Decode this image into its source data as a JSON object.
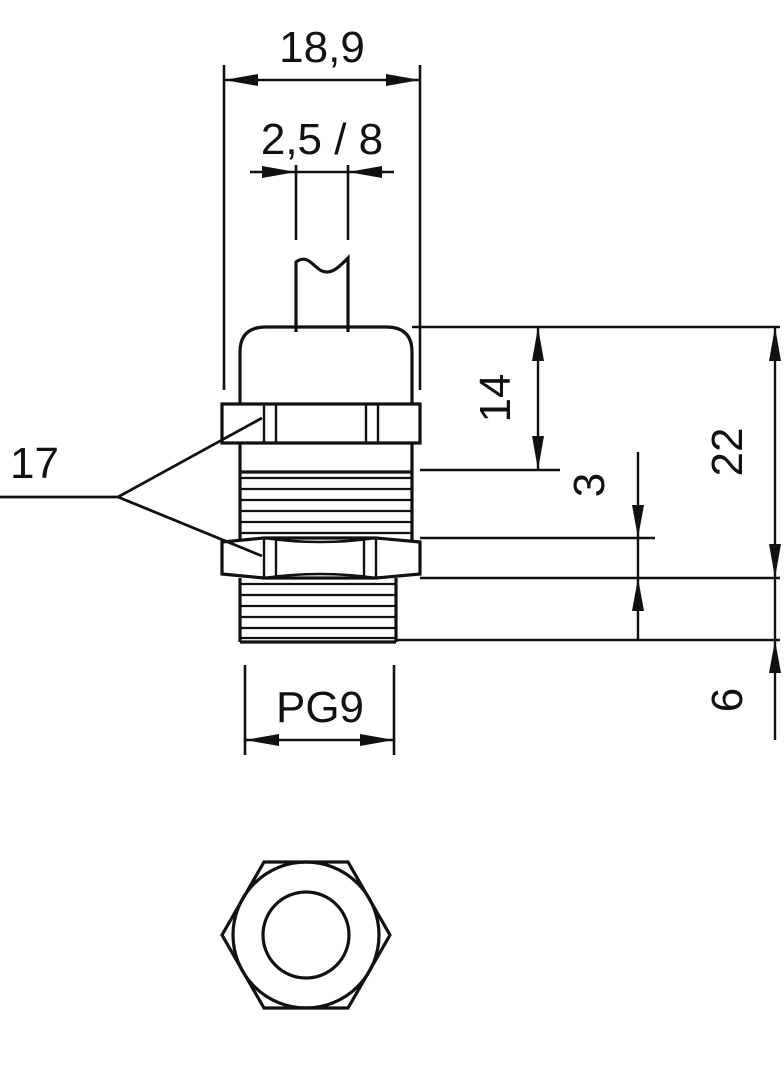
{
  "drawing": {
    "type": "technical-dimension-drawing",
    "subject": "cable gland PG9",
    "units": "mm",
    "background_color": "#ffffff",
    "line_color": "#111111"
  },
  "dimensions": {
    "overall_width": {
      "label": "18,9",
      "orientation": "horizontal",
      "position": "top"
    },
    "cable_range": {
      "label": "2,5 / 8",
      "orientation": "horizontal",
      "position": "top-inner"
    },
    "upper_body_height": {
      "label": "14",
      "orientation": "vertical",
      "position": "right-inner"
    },
    "nut_height": {
      "label": "3",
      "orientation": "vertical",
      "position": "right-middle"
    },
    "total_height": {
      "label": "22",
      "orientation": "vertical",
      "position": "right-outer"
    },
    "thread_length": {
      "label": "6",
      "orientation": "vertical",
      "position": "right-outer-bottom"
    },
    "hex_width_across_flats": {
      "label": "17",
      "orientation": "leader",
      "position": "left"
    },
    "thread_size": {
      "label": "PG9",
      "orientation": "horizontal",
      "position": "bottom"
    }
  },
  "views": {
    "front": {
      "name": "front-elevation-view",
      "parts": [
        "cable-stub",
        "dome-cap",
        "upper-hex-nut",
        "upper-thread",
        "lower-hex-nut",
        "lower-thread"
      ]
    },
    "bottom": {
      "name": "bottom-plan-view",
      "parts": [
        "hexagon-outline",
        "inscribed-circle",
        "bore-circle"
      ]
    }
  },
  "chart_data": {
    "type": "table",
    "title": "",
    "categories": [
      "18,9",
      "2,5 / 8",
      "14",
      "3",
      "22",
      "6",
      "17",
      "PG9"
    ],
    "values": [
      18.9,
      8,
      14,
      3,
      22,
      6,
      17,
      9
    ]
  }
}
